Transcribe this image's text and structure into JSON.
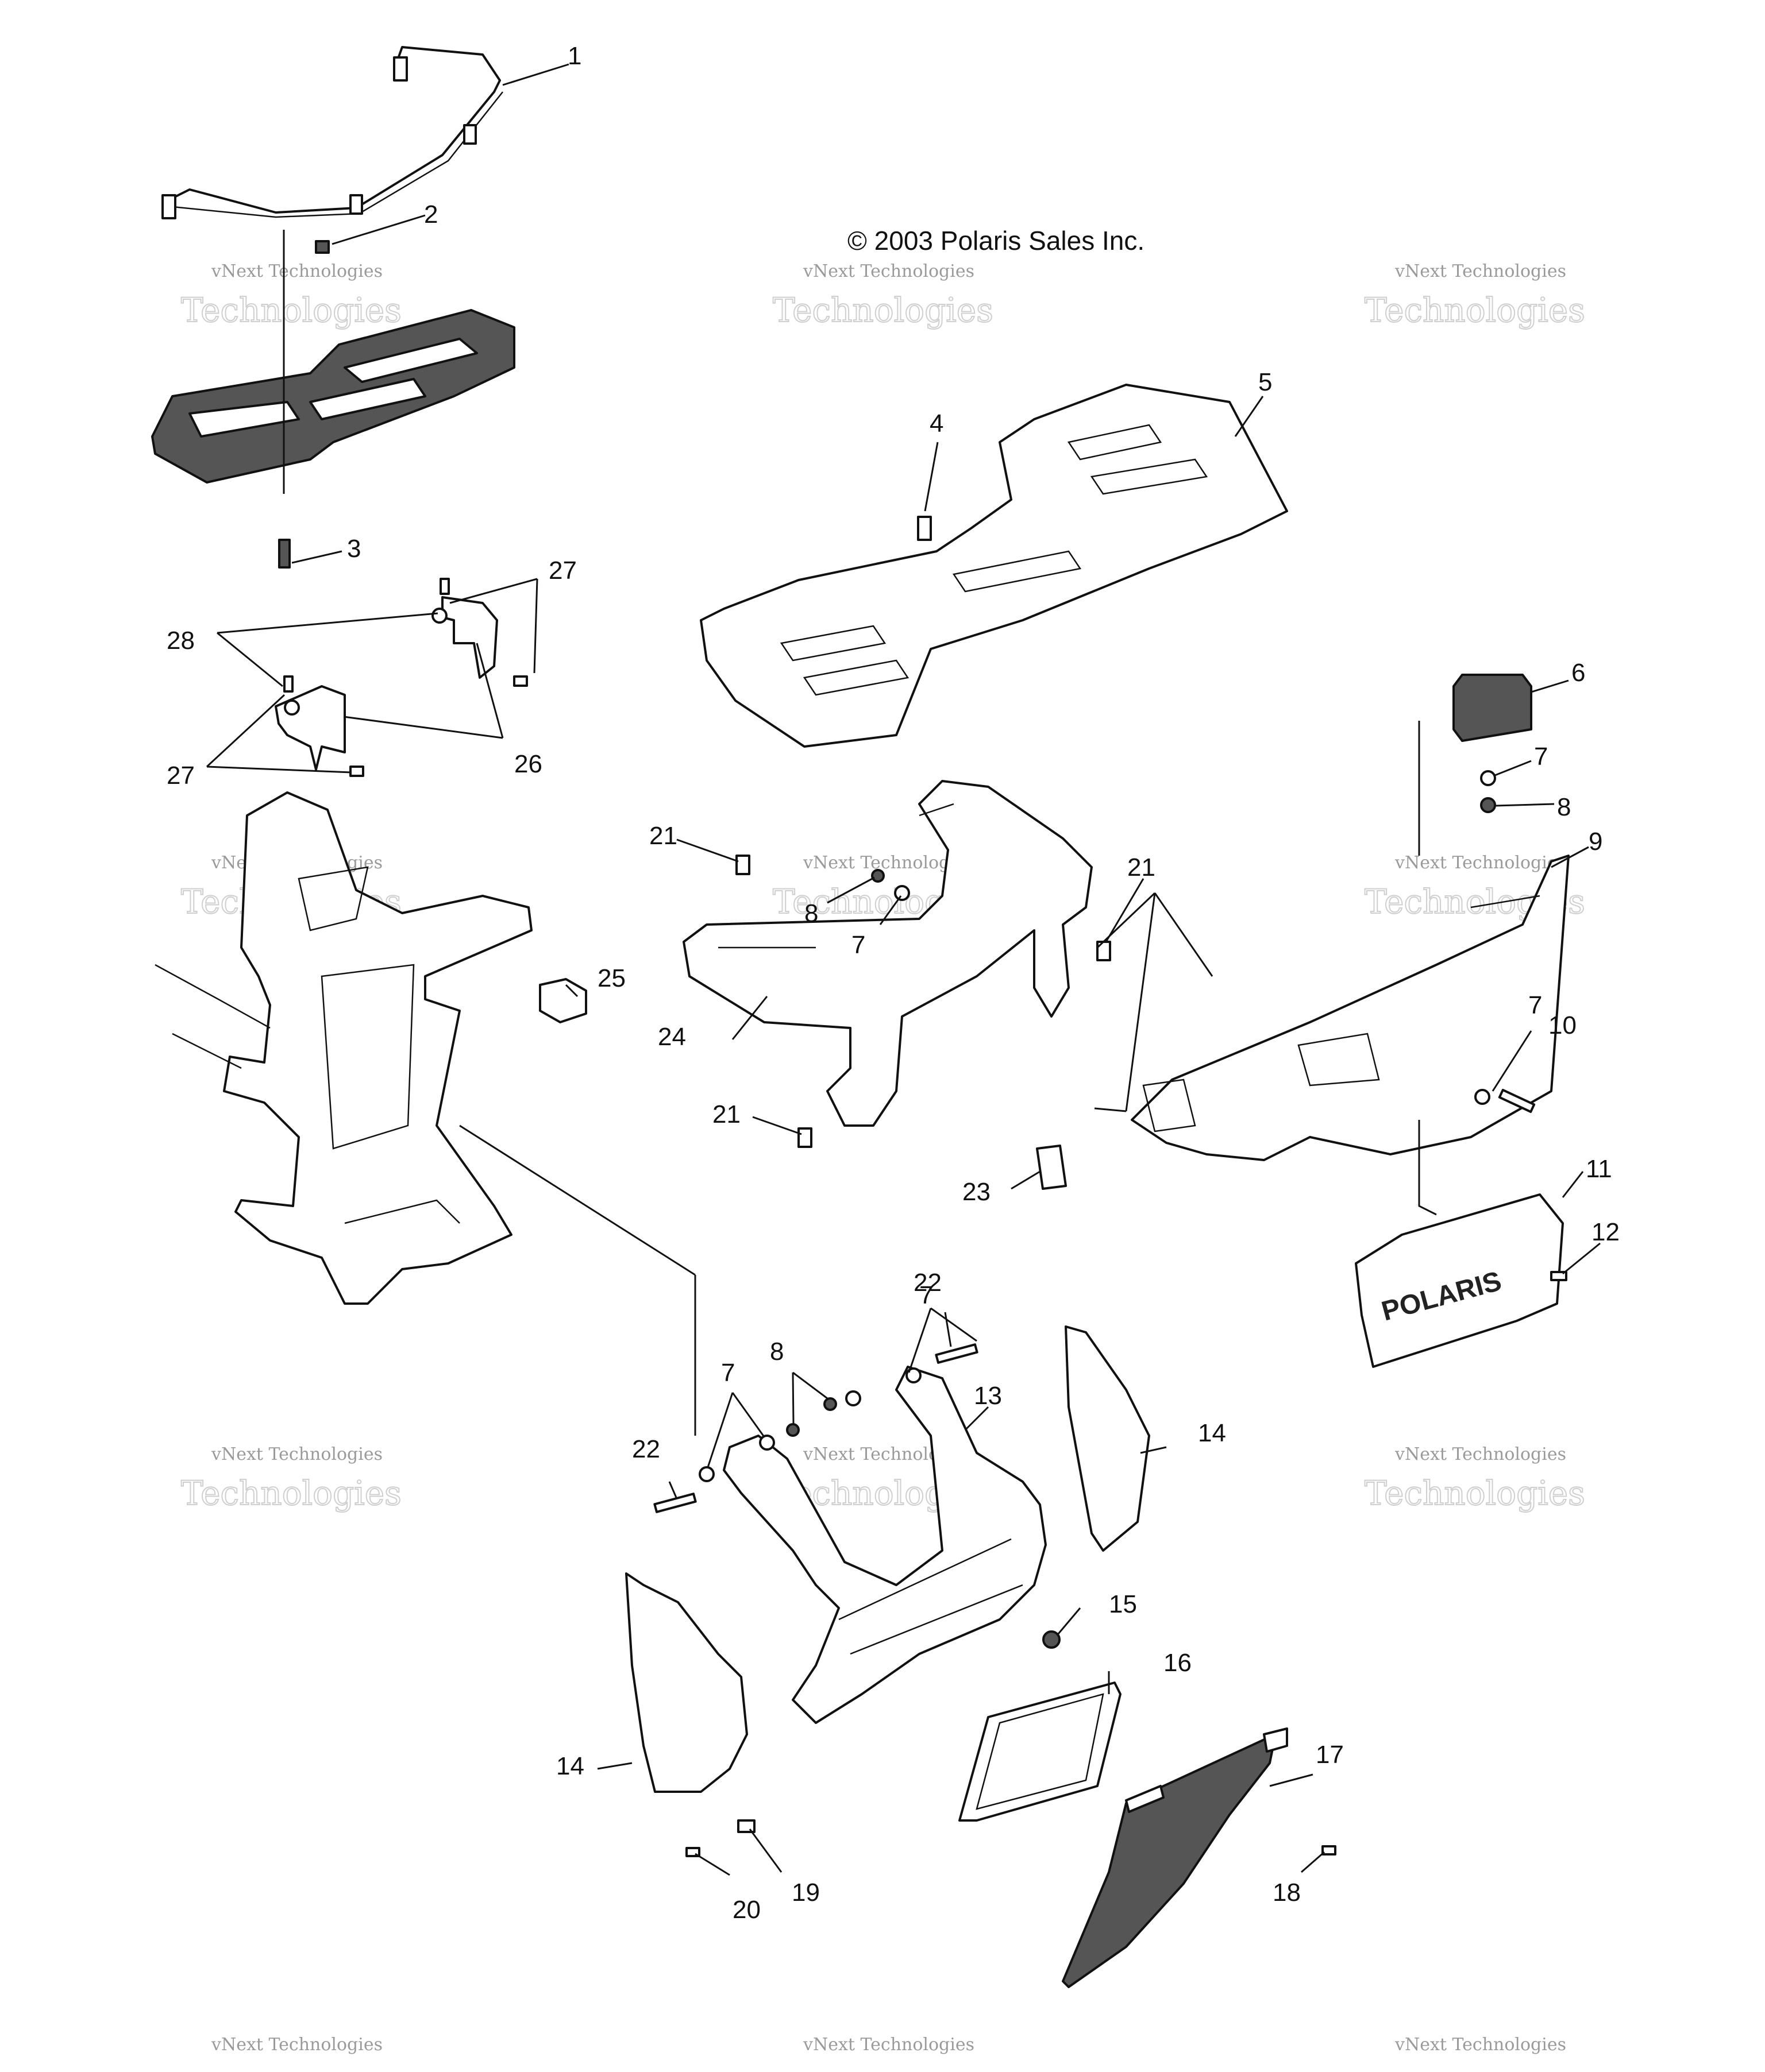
{
  "copyright": "© 2003 Polaris Sales Inc.",
  "watermark": {
    "line1": "vNext Technologies",
    "line2": "Technologies"
  },
  "logo_text": "POLARIS",
  "callouts": {
    "c1": "1",
    "c2": "2",
    "c3": "3",
    "c4": "4",
    "c5": "5",
    "c6": "6",
    "c7a": "7",
    "c8a": "8",
    "c9": "9",
    "c7b": "7",
    "c10": "10",
    "c11": "11",
    "c12": "12",
    "c13": "13",
    "c14a": "14",
    "c14b": "14",
    "c15": "15",
    "c16": "16",
    "c17": "17",
    "c18": "18",
    "c19": "19",
    "c20": "20",
    "c21a": "21",
    "c21b": "21",
    "c21c": "21",
    "c22a": "22",
    "c22b": "22",
    "c23": "23",
    "c24": "24",
    "c25": "25",
    "c26": "26",
    "c27a": "27",
    "c27b": "27",
    "c28": "28",
    "c8b": "8",
    "c7c": "7",
    "c7d": "7",
    "c7e": "7",
    "c8c": "8"
  }
}
